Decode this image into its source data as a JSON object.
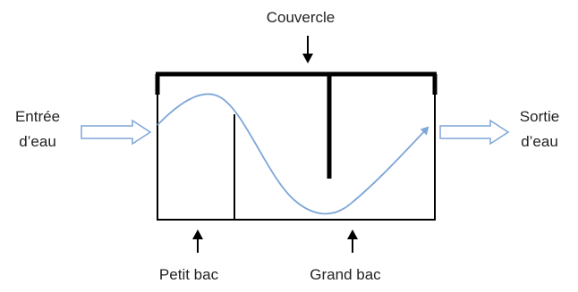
{
  "labels": {
    "lid": "Couvercle",
    "inlet_line1": "Entrée",
    "inlet_line2": "d’eau",
    "outlet_line1": "Sortie",
    "outlet_line2": "d’eau",
    "small_tank": "Petit bac",
    "large_tank": "Grand bac"
  },
  "colors": {
    "structure": "#000000",
    "flow": "#7ea6d8",
    "text": "#222222"
  }
}
